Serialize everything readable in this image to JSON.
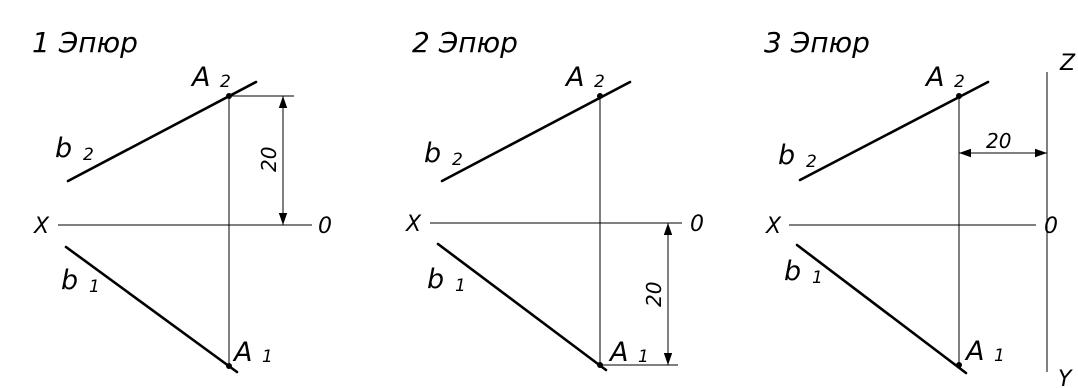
{
  "panels": [
    {
      "title": "1 Эпюр",
      "labels": {
        "a2_main": "A",
        "a2_sub": "2",
        "b2_main": "b",
        "b2_sub": "2",
        "b1_main": "b",
        "b1_sub": "1",
        "a1_main": "A",
        "a1_sub": "1",
        "x": "X",
        "zero": "0"
      },
      "dimension": "20"
    },
    {
      "title": "2 Эпюр",
      "labels": {
        "a2_main": "A",
        "a2_sub": "2",
        "b2_main": "b",
        "b2_sub": "2",
        "b1_main": "b",
        "b1_sub": "1",
        "a1_main": "A",
        "a1_sub": "1",
        "x": "X",
        "zero": "0"
      },
      "dimension": "20"
    },
    {
      "title": "3 Эпюр",
      "labels": {
        "a2_main": "A",
        "a2_sub": "2",
        "b2_main": "b",
        "b2_sub": "2",
        "b1_main": "b",
        "b1_sub": "1",
        "a1_main": "A",
        "a1_sub": "1",
        "x": "X",
        "zero": "0",
        "z": "Z",
        "y": "Y"
      },
      "dimension": "20"
    }
  ]
}
